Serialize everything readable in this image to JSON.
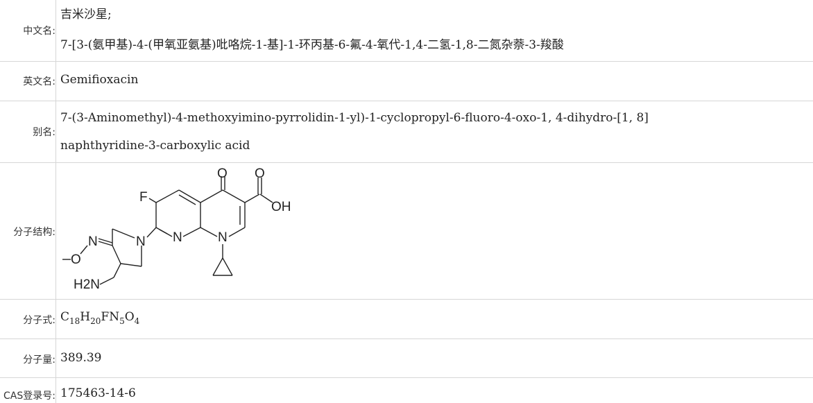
{
  "rows": {
    "chinese_name": {
      "label": "中文名:",
      "line1": "吉米沙星;",
      "line2": "7-[3-(氨甲基)-4-(甲氧亚氨基)吡咯烷-1-基]-1-环丙基-6-氟-4-氧代-1,4-二氢-1,8-二氮杂萘-3-羧酸"
    },
    "english_name": {
      "label": "英文名:",
      "value": "Gemifioxacin"
    },
    "alias": {
      "label": "别名:",
      "line1": "7-(3-Aminomethyl)-4-methoxyimino-pyrrolidin-1-yl)-1-cyclopropyl-6-fluoro-4-oxo-1, 4-dihydro-[1, 8]",
      "line2": "naphthyridine-3-carboxylic acid"
    },
    "structure": {
      "label": "分子结构:",
      "atoms": {
        "O1": "O",
        "O2": "O",
        "OH": "OH",
        "F": "F",
        "N_ring": "N",
        "N_pyridine": "N",
        "N_quinolone": "N",
        "N_imine": "N",
        "O_methoxy": "O",
        "amine": "H2N"
      }
    },
    "formula": {
      "label": "分子式:",
      "C": "C",
      "C_n": "18",
      "H": "H",
      "H_n": "20",
      "FN": "FN",
      "N_n": "5",
      "O": "O",
      "O_n": "4"
    },
    "weight": {
      "label": "分子量:",
      "value": "389.39"
    },
    "cas": {
      "label": "CAS登录号:",
      "value": "175463-14-6"
    }
  }
}
